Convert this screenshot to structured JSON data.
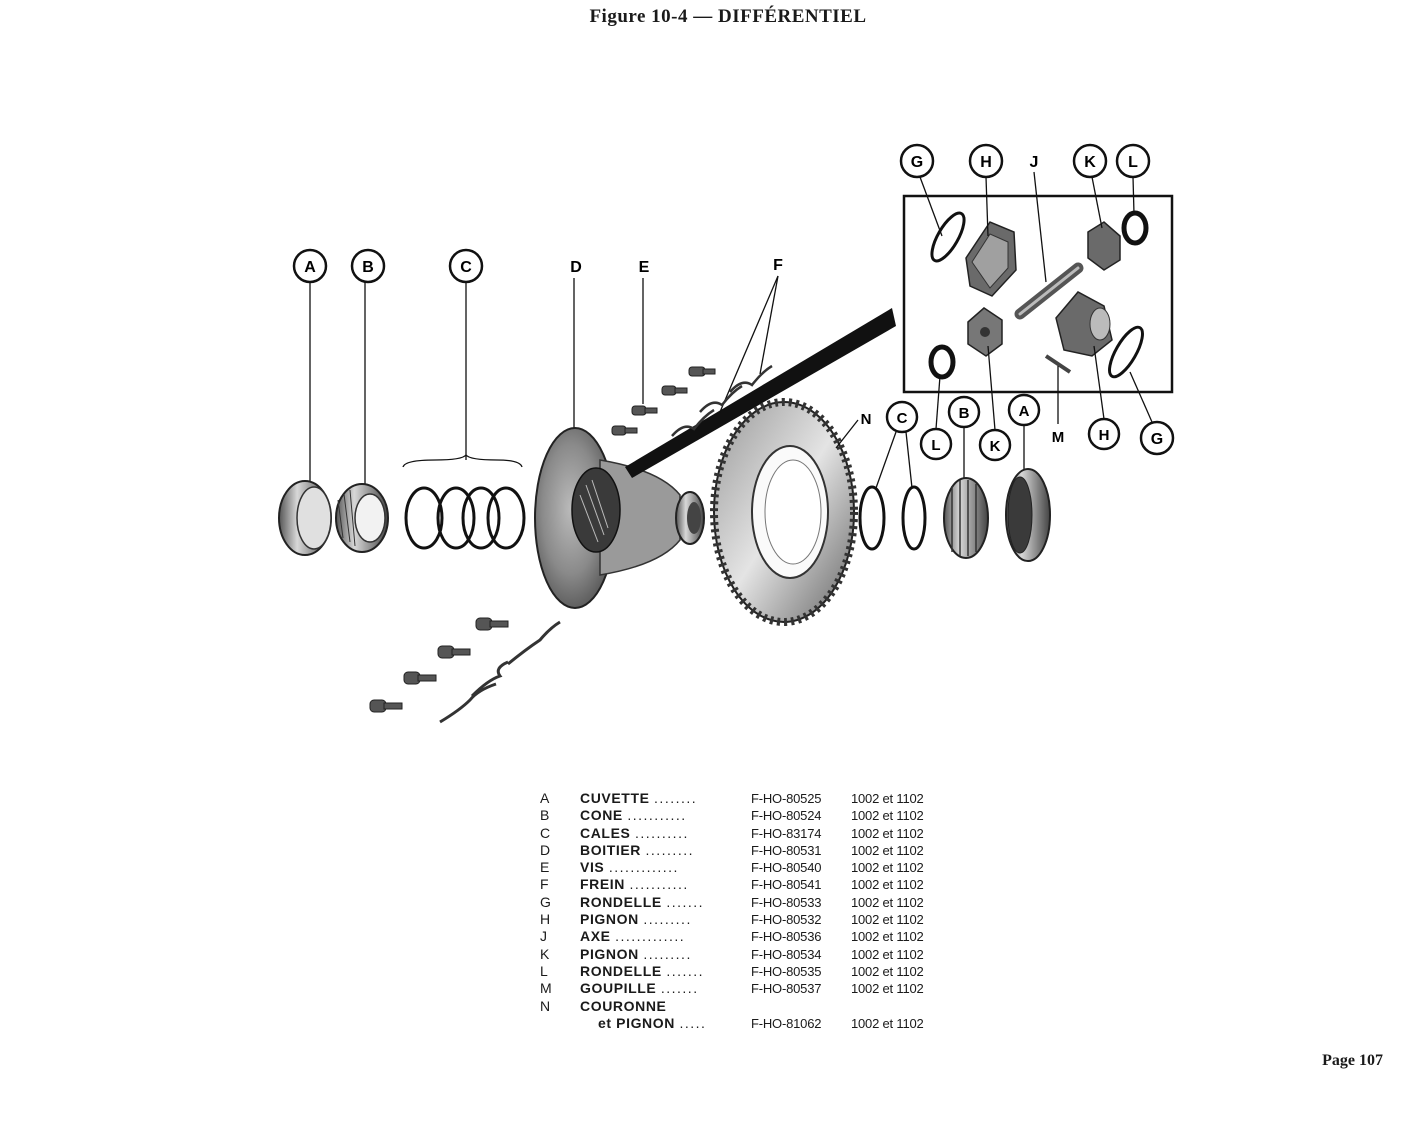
{
  "title": "Figure 10-4 — DIFFÉRENTIEL",
  "page": "Page 107",
  "callouts": {
    "A": "A",
    "B": "B",
    "C": "C",
    "D": "D",
    "E": "E",
    "F": "F",
    "G": "G",
    "H": "H",
    "J": "J",
    "K": "K",
    "L": "L",
    "M": "M",
    "N": "N"
  },
  "parts": [
    {
      "letter": "A",
      "name": "CUVETTE",
      "dots": "........",
      "ref": "F-HO-80525",
      "models": "1002 et 1102"
    },
    {
      "letter": "B",
      "name": "CONE",
      "dots": "...........",
      "ref": "F-HO-80524",
      "models": "1002 et 1102"
    },
    {
      "letter": "C",
      "name": "CALES",
      "dots": "..........",
      "ref": "F-HO-83174",
      "models": "1002 et 1102"
    },
    {
      "letter": "D",
      "name": "BOITIER",
      "dots": ".........",
      "ref": "F-HO-80531",
      "models": "1002 et 1102"
    },
    {
      "letter": "E",
      "name": "VIS",
      "dots": ".............",
      "ref": "F-HO-80540",
      "models": "1002 et 1102"
    },
    {
      "letter": "F",
      "name": "FREIN",
      "dots": "...........",
      "ref": "F-HO-80541",
      "models": "1002 et 1102"
    },
    {
      "letter": "G",
      "name": "RONDELLE",
      "dots": ".......",
      "ref": "F-HO-80533",
      "models": "1002 et 1102"
    },
    {
      "letter": "H",
      "name": "PIGNON",
      "dots": ".........",
      "ref": "F-HO-80532",
      "models": "1002 et 1102"
    },
    {
      "letter": "J",
      "name": "AXE",
      "dots": ".............",
      "ref": "F-HO-80536",
      "models": "1002 et 1102"
    },
    {
      "letter": "K",
      "name": "PIGNON",
      "dots": ".........",
      "ref": "F-HO-80534",
      "models": "1002 et 1102"
    },
    {
      "letter": "L",
      "name": "RONDELLE",
      "dots": ".......",
      "ref": "F-HO-80535",
      "models": "1002 et 1102"
    },
    {
      "letter": "M",
      "name": "GOUPILLE",
      "dots": ".......",
      "ref": "F-HO-80537",
      "models": "1002 et 1102"
    },
    {
      "letter": "N",
      "name": "COURONNE",
      "dots": "",
      "ref": "",
      "models": ""
    },
    {
      "letter": "",
      "name": "et PIGNON",
      "dots": ".....",
      "ref": "F-HO-81062",
      "models": "1002 et 1102",
      "continuation": true
    }
  ]
}
